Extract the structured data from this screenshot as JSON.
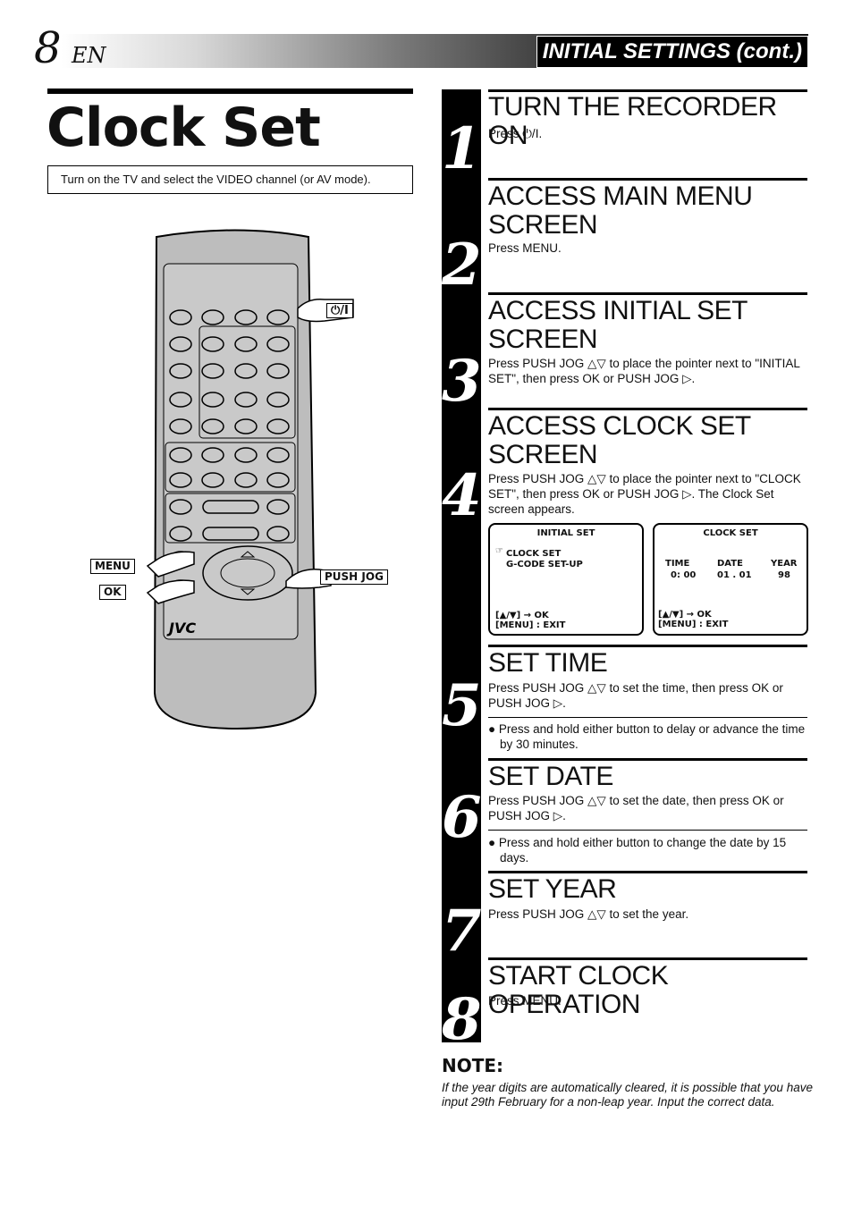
{
  "header": {
    "page_number": "8",
    "language": "EN",
    "section_title": "INITIAL SETTINGS (cont.)"
  },
  "page": {
    "title": "Clock Set",
    "intro": "Turn on the TV and select the VIDEO channel (or AV mode)."
  },
  "remote": {
    "brand": "JVC",
    "labels": {
      "menu": "MENU",
      "ok": "OK",
      "push_jog": "PUSH JOG",
      "power": "⏻/I"
    }
  },
  "steps": [
    {
      "num": "1",
      "heading": "TURN THE RECORDER ON",
      "body": "Press ⏻/I."
    },
    {
      "num": "2",
      "heading": "ACCESS MAIN MENU SCREEN",
      "body": "Press MENU."
    },
    {
      "num": "3",
      "heading": "ACCESS INITIAL SET SCREEN",
      "body": "Press PUSH JOG △▽ to place the pointer next to \"INITIAL SET\", then press OK or PUSH JOG ▷."
    },
    {
      "num": "4",
      "heading": "ACCESS CLOCK SET SCREEN",
      "body": "Press PUSH JOG △▽ to place the pointer next to \"CLOCK SET\", then press OK or PUSH JOG ▷. The Clock Set screen appears."
    },
    {
      "num": "5",
      "heading": "SET TIME",
      "body": "Press PUSH JOG △▽ to set the time, then press OK or PUSH JOG ▷.",
      "bullet": "Press and hold either button to delay or advance the time by 30 minutes."
    },
    {
      "num": "6",
      "heading": "SET DATE",
      "body": "Press PUSH JOG △▽ to set the date, then press OK or PUSH JOG ▷.",
      "bullet": "Press and hold either button to change the date by 15 days."
    },
    {
      "num": "7",
      "heading": "SET YEAR",
      "body": "Press PUSH JOG △▽ to set the year."
    },
    {
      "num": "8",
      "heading": "START CLOCK OPERATION",
      "body": "Press MENU."
    }
  ],
  "screens": {
    "initial_set": {
      "title": "INITIAL SET",
      "items": [
        "CLOCK SET",
        "G-CODE SET-UP"
      ],
      "footer1": "[▲/▼] → OK",
      "footer2": "[MENU] : EXIT"
    },
    "clock_set": {
      "title": "CLOCK SET",
      "col_time": "TIME",
      "col_date": "DATE",
      "col_year": "YEAR",
      "val_time": "0: 00",
      "val_date": "01 . 01",
      "val_year": "98",
      "footer1": "[▲/▼] → OK",
      "footer2": "[MENU] : EXIT"
    }
  },
  "note": {
    "title": "NOTE:",
    "body": "If the year digits are automatically cleared, it is possible that you have input 29th February for a non-leap year. Input the correct data."
  }
}
